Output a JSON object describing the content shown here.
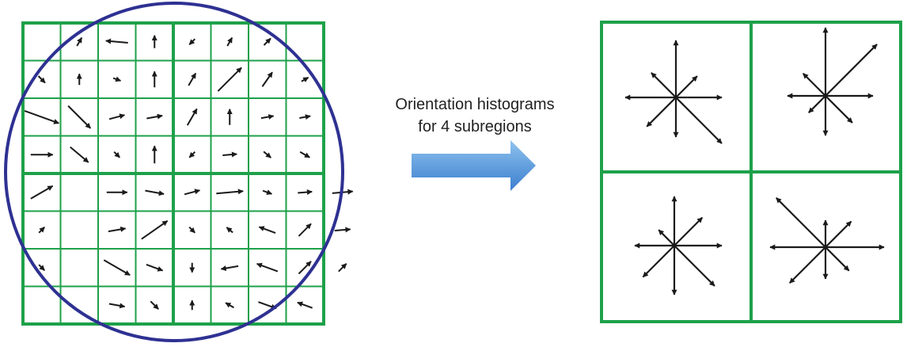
{
  "caption": {
    "line1": "Orientation histograms",
    "line2": "for 4 subregions"
  },
  "colors": {
    "grid": "#1ea14a",
    "circle": "#2e3192",
    "arrow": "#1a1a1a",
    "big_arrow_top": "#8ec3ee",
    "big_arrow_bottom": "#3c7ecf"
  },
  "left_grid": {
    "cells_per_side": 8,
    "subregions_per_side": 2
  },
  "histograms": {
    "count": 4,
    "bins_per_histogram": 8
  }
}
